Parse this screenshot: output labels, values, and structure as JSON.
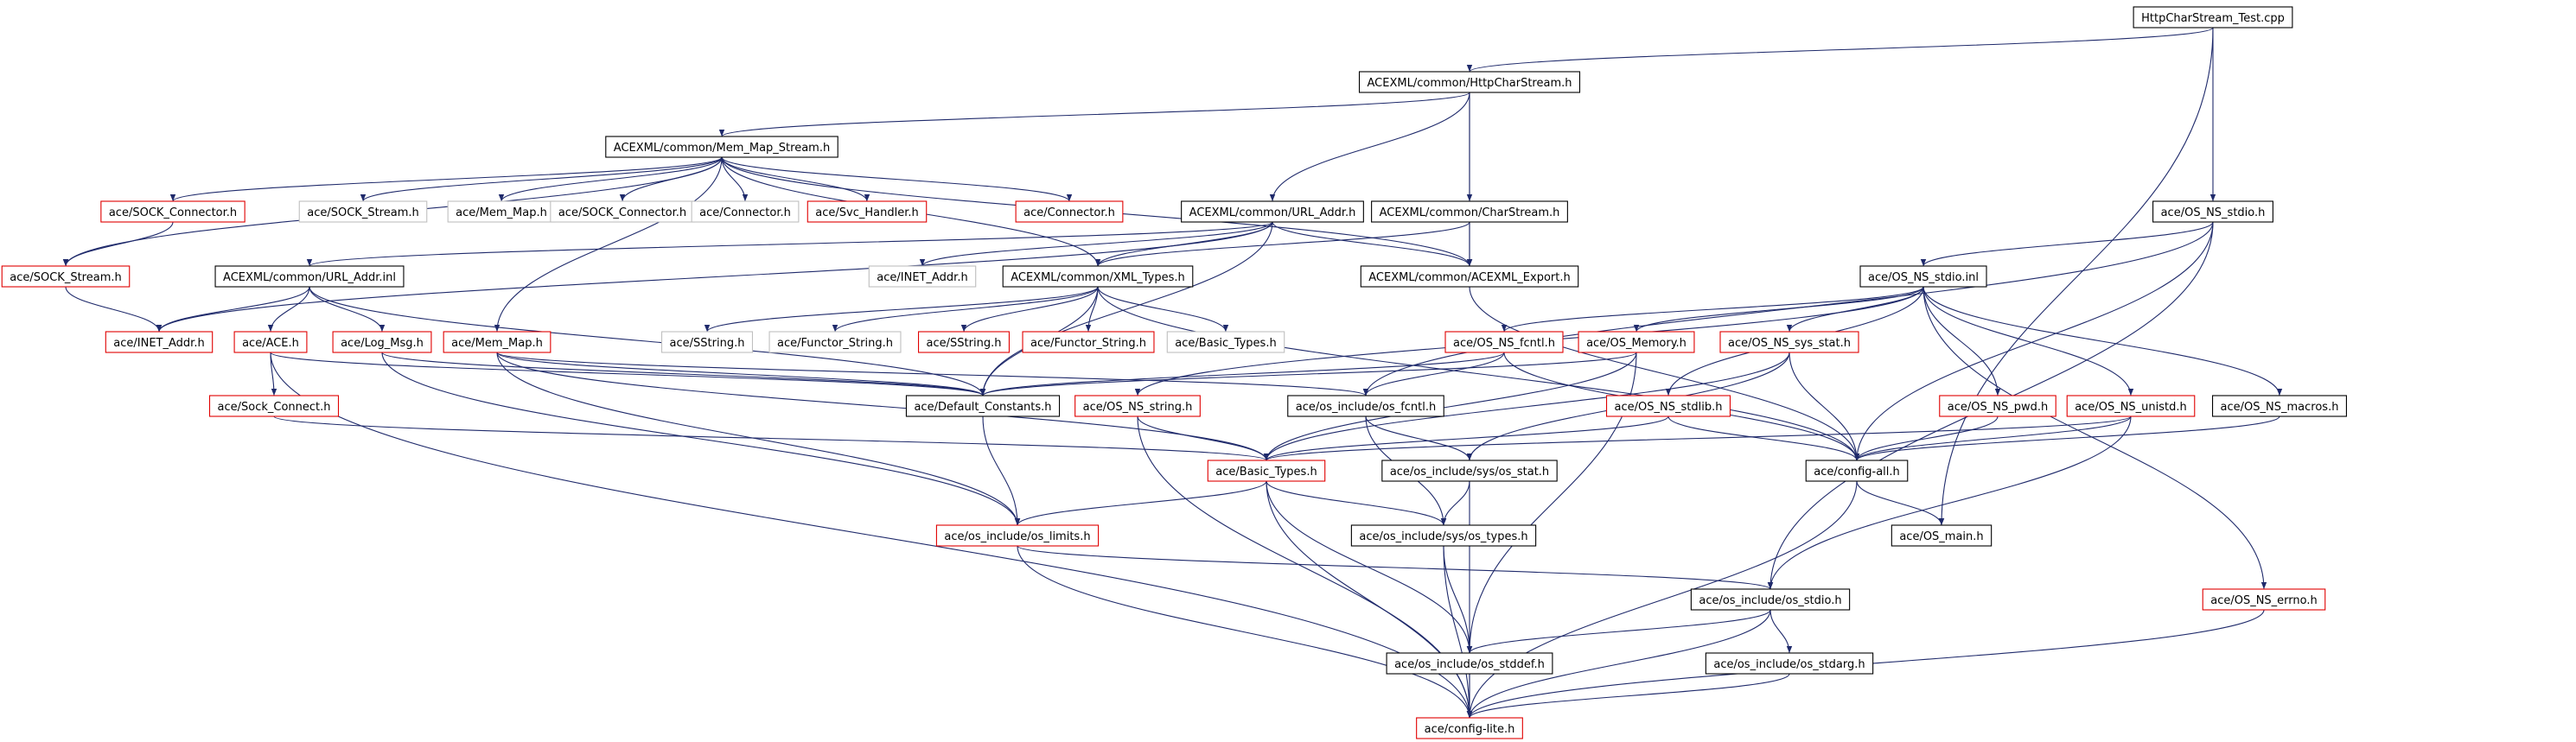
{
  "nodes": [
    {
      "id": "root",
      "label": "HttpCharStream_Test.cpp",
      "style": "root"
    },
    {
      "id": "httpcs",
      "label": "ACEXML/common/HttpCharStream.h",
      "style": "black"
    },
    {
      "id": "mms",
      "label": "ACEXML/common/Mem_Map_Stream.h",
      "style": "black"
    },
    {
      "id": "sockconn",
      "label": "ace/SOCK_Connector.h",
      "style": "red"
    },
    {
      "id": "sockstream_g",
      "label": "ace/SOCK_Stream.h",
      "style": "gray"
    },
    {
      "id": "memmap_g",
      "label": "ace/Mem_Map.h",
      "style": "gray"
    },
    {
      "id": "sockconn_g",
      "label": "ace/SOCK_Connector.h",
      "style": "gray"
    },
    {
      "id": "connector_g",
      "label": "ace/Connector.h",
      "style": "gray"
    },
    {
      "id": "svch",
      "label": "ace/Svc_Handler.h",
      "style": "red"
    },
    {
      "id": "connector",
      "label": "ace/Connector.h",
      "style": "red"
    },
    {
      "id": "urladdr",
      "label": "ACEXML/common/URL_Addr.h",
      "style": "black"
    },
    {
      "id": "charstream",
      "label": "ACEXML/common/CharStream.h",
      "style": "black"
    },
    {
      "id": "osnsstdio",
      "label": "ace/OS_NS_stdio.h",
      "style": "black"
    },
    {
      "id": "sockstream",
      "label": "ace/SOCK_Stream.h",
      "style": "red"
    },
    {
      "id": "urladdrinl",
      "label": "ACEXML/common/URL_Addr.inl",
      "style": "black"
    },
    {
      "id": "inetaddr_g",
      "label": "ace/INET_Addr.h",
      "style": "gray"
    },
    {
      "id": "xmltypes",
      "label": "ACEXML/common/XML_Types.h",
      "style": "black"
    },
    {
      "id": "acexmlexport",
      "label": "ACEXML/common/ACEXML_Export.h",
      "style": "black"
    },
    {
      "id": "osnsstdioinl",
      "label": "ace/OS_NS_stdio.inl",
      "style": "black"
    },
    {
      "id": "inetaddr",
      "label": "ace/INET_Addr.h",
      "style": "red"
    },
    {
      "id": "ace",
      "label": "ace/ACE.h",
      "style": "red"
    },
    {
      "id": "logmsg",
      "label": "ace/Log_Msg.h",
      "style": "red"
    },
    {
      "id": "memmap",
      "label": "ace/Mem_Map.h",
      "style": "red"
    },
    {
      "id": "sstring_g",
      "label": "ace/SString.h",
      "style": "gray"
    },
    {
      "id": "functorstring_g",
      "label": "ace/Functor_String.h",
      "style": "gray"
    },
    {
      "id": "sstring",
      "label": "ace/SString.h",
      "style": "red"
    },
    {
      "id": "functorstring",
      "label": "ace/Functor_String.h",
      "style": "red"
    },
    {
      "id": "basictypes_g",
      "label": "ace/Basic_Types.h",
      "style": "gray"
    },
    {
      "id": "osnsfcntl",
      "label": "ace/OS_NS_fcntl.h",
      "style": "red"
    },
    {
      "id": "osmemory",
      "label": "ace/OS_Memory.h",
      "style": "red"
    },
    {
      "id": "osnssysstat",
      "label": "ace/OS_NS_sys_stat.h",
      "style": "red"
    },
    {
      "id": "sockconnect",
      "label": "ace/Sock_Connect.h",
      "style": "red"
    },
    {
      "id": "defconst",
      "label": "ace/Default_Constants.h",
      "style": "black"
    },
    {
      "id": "osnsstring",
      "label": "ace/OS_NS_string.h",
      "style": "red"
    },
    {
      "id": "osincfcntl",
      "label": "ace/os_include/os_fcntl.h",
      "style": "black"
    },
    {
      "id": "osnsstdlib",
      "label": "ace/OS_NS_stdlib.h",
      "style": "red"
    },
    {
      "id": "osnspwd",
      "label": "ace/OS_NS_pwd.h",
      "style": "red"
    },
    {
      "id": "osnsunistd",
      "label": "ace/OS_NS_unistd.h",
      "style": "red"
    },
    {
      "id": "osnsmacros",
      "label": "ace/OS_NS_macros.h",
      "style": "black"
    },
    {
      "id": "basictypes",
      "label": "ace/Basic_Types.h",
      "style": "red"
    },
    {
      "id": "osincsysstat",
      "label": "ace/os_include/sys/os_stat.h",
      "style": "black"
    },
    {
      "id": "configall",
      "label": "ace/config-all.h",
      "style": "black"
    },
    {
      "id": "osinclimits",
      "label": "ace/os_include/os_limits.h",
      "style": "red"
    },
    {
      "id": "osincsystypes",
      "label": "ace/os_include/sys/os_types.h",
      "style": "black"
    },
    {
      "id": "osmain",
      "label": "ace/OS_main.h",
      "style": "black"
    },
    {
      "id": "osincstdio",
      "label": "ace/os_include/os_stdio.h",
      "style": "black"
    },
    {
      "id": "osnserrno",
      "label": "ace/OS_NS_errno.h",
      "style": "red"
    },
    {
      "id": "osincstddef",
      "label": "ace/os_include/os_stddef.h",
      "style": "black"
    },
    {
      "id": "osincstdarg",
      "label": "ace/os_include/os_stdarg.h",
      "style": "black"
    },
    {
      "id": "configlite",
      "label": "ace/config-lite.h",
      "style": "red"
    }
  ],
  "edges": [
    [
      "root",
      "httpcs"
    ],
    [
      "root",
      "osnsstdio"
    ],
    [
      "root",
      "osmain"
    ],
    [
      "httpcs",
      "mms"
    ],
    [
      "httpcs",
      "urladdr"
    ],
    [
      "httpcs",
      "charstream"
    ],
    [
      "httpcs",
      "acexmlexport"
    ],
    [
      "mms",
      "sockstream"
    ],
    [
      "mms",
      "sockconn"
    ],
    [
      "mms",
      "sockstream_g"
    ],
    [
      "mms",
      "memmap_g"
    ],
    [
      "mms",
      "sockconn_g"
    ],
    [
      "mms",
      "connector_g"
    ],
    [
      "mms",
      "svch"
    ],
    [
      "mms",
      "connector"
    ],
    [
      "mms",
      "memmap"
    ],
    [
      "mms",
      "xmltypes"
    ],
    [
      "mms",
      "acexmlexport"
    ],
    [
      "sockconn",
      "sockstream"
    ],
    [
      "sockstream",
      "inetaddr"
    ],
    [
      "urladdr",
      "urladdrinl"
    ],
    [
      "urladdr",
      "inetaddr_g"
    ],
    [
      "urladdr",
      "xmltypes"
    ],
    [
      "urladdr",
      "acexmlexport"
    ],
    [
      "urladdr",
      "defconst"
    ],
    [
      "urladdr",
      "inetaddr"
    ],
    [
      "charstream",
      "xmltypes"
    ],
    [
      "charstream",
      "acexmlexport"
    ],
    [
      "urladdrinl",
      "inetaddr"
    ],
    [
      "urladdrinl",
      "ace"
    ],
    [
      "urladdrinl",
      "logmsg"
    ],
    [
      "urladdrinl",
      "defconst"
    ],
    [
      "xmltypes",
      "sstring_g"
    ],
    [
      "xmltypes",
      "functorstring_g"
    ],
    [
      "xmltypes",
      "sstring"
    ],
    [
      "xmltypes",
      "functorstring"
    ],
    [
      "xmltypes",
      "basictypes_g"
    ],
    [
      "xmltypes",
      "defconst"
    ],
    [
      "xmltypes",
      "configall"
    ],
    [
      "acexmlexport",
      "configall"
    ],
    [
      "osnsstdio",
      "osnsstdioinl"
    ],
    [
      "osnsstdio",
      "osincstdio"
    ],
    [
      "osnsstdio",
      "configall"
    ],
    [
      "osnsstdio",
      "osincfcntl"
    ],
    [
      "osnsstdioinl",
      "osnsfcntl"
    ],
    [
      "osnsstdioinl",
      "osmemory"
    ],
    [
      "osnsstdioinl",
      "osnssysstat"
    ],
    [
      "osnsstdioinl",
      "osnsstdlib"
    ],
    [
      "osnsstdioinl",
      "osnspwd"
    ],
    [
      "osnsstdioinl",
      "osnsunistd"
    ],
    [
      "osnsstdioinl",
      "osnsmacros"
    ],
    [
      "osnsstdioinl",
      "osnserrno"
    ],
    [
      "osnsstdioinl",
      "osnsstring"
    ],
    [
      "ace",
      "sockconnect"
    ],
    [
      "ace",
      "defconst"
    ],
    [
      "ace",
      "configlite"
    ],
    [
      "logmsg",
      "defconst"
    ],
    [
      "logmsg",
      "osinclimits"
    ],
    [
      "memmap",
      "defconst"
    ],
    [
      "memmap",
      "osincfcntl"
    ],
    [
      "memmap",
      "basictypes"
    ],
    [
      "memmap",
      "osinclimits"
    ],
    [
      "osnsfcntl",
      "osincfcntl"
    ],
    [
      "osnsfcntl",
      "defconst"
    ],
    [
      "osnsfcntl",
      "configall"
    ],
    [
      "osmemory",
      "basictypes"
    ],
    [
      "osmemory",
      "osincstddef"
    ],
    [
      "osmemory",
      "defconst"
    ],
    [
      "osnssysstat",
      "osincsysstat"
    ],
    [
      "osnssysstat",
      "configall"
    ],
    [
      "osnssysstat",
      "basictypes"
    ],
    [
      "sockconnect",
      "basictypes"
    ],
    [
      "defconst",
      "osinclimits"
    ],
    [
      "osnsstring",
      "basictypes"
    ],
    [
      "osnsstring",
      "configlite"
    ],
    [
      "osincfcntl",
      "osincsysstat"
    ],
    [
      "osincfcntl",
      "osincsystypes"
    ],
    [
      "osnsstdlib",
      "basictypes"
    ],
    [
      "osnsstdlib",
      "configall"
    ],
    [
      "osnspwd",
      "configall"
    ],
    [
      "osnsunistd",
      "configall"
    ],
    [
      "osnsunistd",
      "basictypes"
    ],
    [
      "osnsunistd",
      "osincstdio"
    ],
    [
      "osnsmacros",
      "configall"
    ],
    [
      "basictypes",
      "osinclimits"
    ],
    [
      "basictypes",
      "osincsystypes"
    ],
    [
      "basictypes",
      "osincstddef"
    ],
    [
      "basictypes",
      "configlite"
    ],
    [
      "osincsysstat",
      "osincsystypes"
    ],
    [
      "osincsysstat",
      "configlite"
    ],
    [
      "configall",
      "osmain"
    ],
    [
      "configall",
      "configlite"
    ],
    [
      "osinclimits",
      "osincstdio"
    ],
    [
      "osinclimits",
      "configlite"
    ],
    [
      "osincsystypes",
      "osincstddef"
    ],
    [
      "osincsystypes",
      "configlite"
    ],
    [
      "osincstdio",
      "osincstddef"
    ],
    [
      "osincstdio",
      "osincstdarg"
    ],
    [
      "osincstdio",
      "configlite"
    ],
    [
      "osnserrno",
      "configlite"
    ],
    [
      "osincstddef",
      "configlite"
    ],
    [
      "osincstdarg",
      "configlite"
    ]
  ],
  "colors": {
    "edge": "#1f2a6b",
    "root_fill": "#bfbfbf",
    "border_black": "#000000",
    "border_red": "#e00000",
    "border_gray": "#bfbfbf",
    "text": "#000000"
  }
}
